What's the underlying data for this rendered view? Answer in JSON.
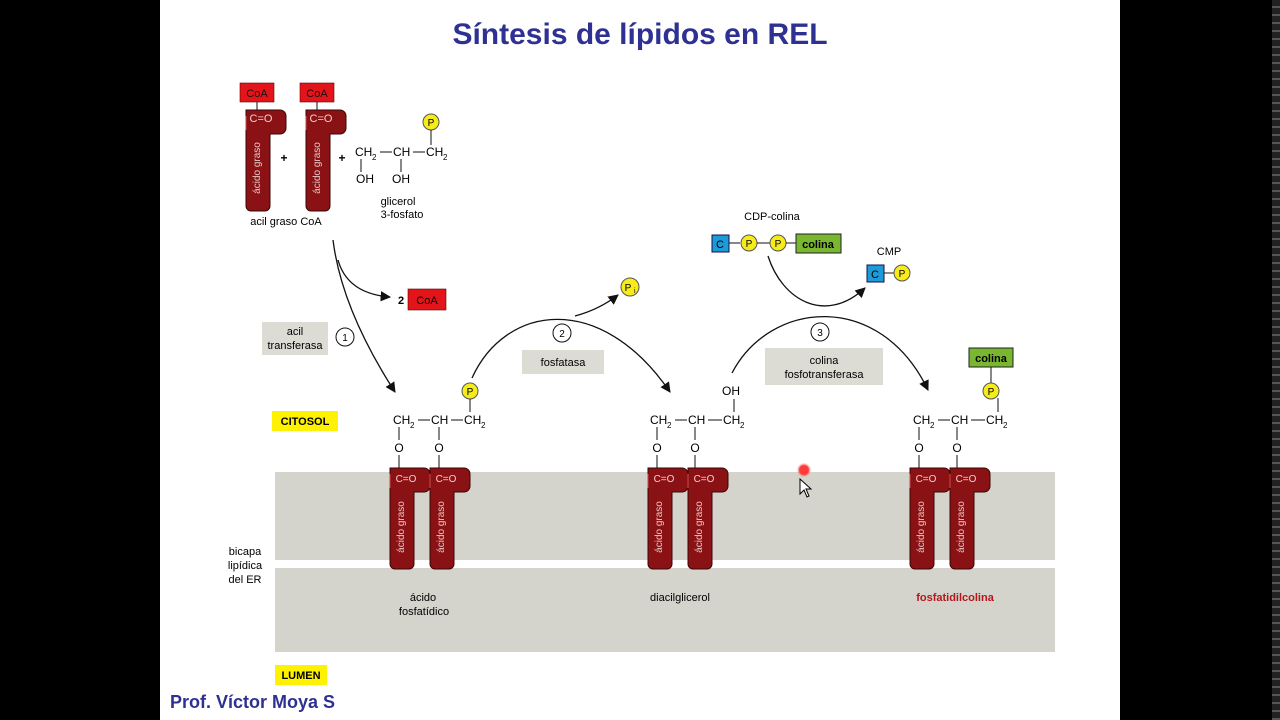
{
  "slide": {
    "title": "Síntesis de lípidos en REL",
    "credit": "Prof. Víctor Moya S"
  },
  "molecules": {
    "coa": "CoA",
    "carbonyl": "C=O",
    "acid_chain": "ácido graso",
    "phosphate": "P",
    "pi_p": "P",
    "pi_sub": "i",
    "cytidine": "C",
    "choline": "colina",
    "ch2": "CH",
    "ch2_sub": "2",
    "ch": "CH",
    "oh": "OH",
    "o": "O"
  },
  "labels": {
    "plus": "+",
    "acyl_coa": "acil graso CoA",
    "glycerol_1": "glicerol",
    "glycerol_2": "3-fosfato",
    "coa_count": "2",
    "cdp_choline": "CDP-colina",
    "cmp": "CMP",
    "enzyme1_a": "acil",
    "enzyme1_b": "transferasa",
    "enzyme2": "fosfatasa",
    "enzyme3_a": "colina",
    "enzyme3_b": "fosfotransferasa",
    "step1": "1",
    "step2": "2",
    "step3": "3",
    "cytosol": "CITOSOL",
    "lumen": "LUMEN",
    "bilayer_1": "bicapa",
    "bilayer_2": "lipídica",
    "bilayer_3": "del ER",
    "pa_1": "ácido",
    "pa_2": "fosfatídico",
    "dag": "diacilglicerol",
    "pc": "fosfatidilcolina"
  },
  "colors": {
    "title": "#2e3192",
    "coa_red": "#e3151a",
    "fatty_acid": "#8b1214",
    "phosphate_yellow": "#f7ec1b",
    "cytidine_blue": "#1d9bd8",
    "choline_green": "#7ab730",
    "membrane_gray": "#d4d4cd",
    "enzyme_box": "#dcdcd5",
    "compartment_yellow": "#fff200",
    "product_red": "#b3171c"
  }
}
